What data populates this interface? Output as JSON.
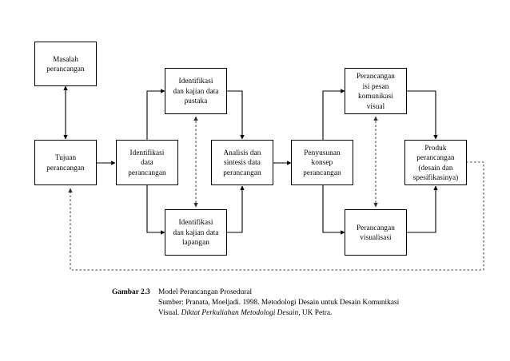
{
  "figure": {
    "type": "flowchart",
    "nodes": [
      {
        "id": "masalah",
        "label": "Masalah\nperancangan"
      },
      {
        "id": "tujuan",
        "label": "Tujuan\nperancangan"
      },
      {
        "id": "identifikasi_data",
        "label": "Identifikasi\ndata\nperancangan"
      },
      {
        "id": "kajian_pustaka",
        "label": "Identifikasi\ndan kajian data\npustaka"
      },
      {
        "id": "kajian_lapangan",
        "label": "Identifikasi\ndan kajian data\nlapangan"
      },
      {
        "id": "analisis",
        "label": "Analisis dan\nsintesis data\nperancangan"
      },
      {
        "id": "penyusunan",
        "label": "Penyusunan\nkonsep\nperancangan"
      },
      {
        "id": "isi_pesan",
        "label": "Perancangan\nisi pesan\nkomunikasi\nvisual"
      },
      {
        "id": "visualisasi",
        "label": "Perancangan\nvisualisasi"
      },
      {
        "id": "produk",
        "label": "Produk\nperancangan\n(desain dan\nspesifikasinya)"
      }
    ],
    "colors": {
      "stroke": "#000000",
      "dashed_stroke": "#555555",
      "background": "#ffffff"
    }
  },
  "caption": {
    "figure_number": "Gambar 2.3",
    "title": "Model Perancangan Prosedural",
    "source_line_1": "Sumber:  Pranata, Moeljadi. 1998. Metodologi Desain untuk Desain Komunikasi",
    "source_line_2_prefix": "Visual. ",
    "source_line_2_italic": "Diktat Perkuliahan Metodologi Desain",
    "source_line_2_suffix": ", UK Petra."
  }
}
